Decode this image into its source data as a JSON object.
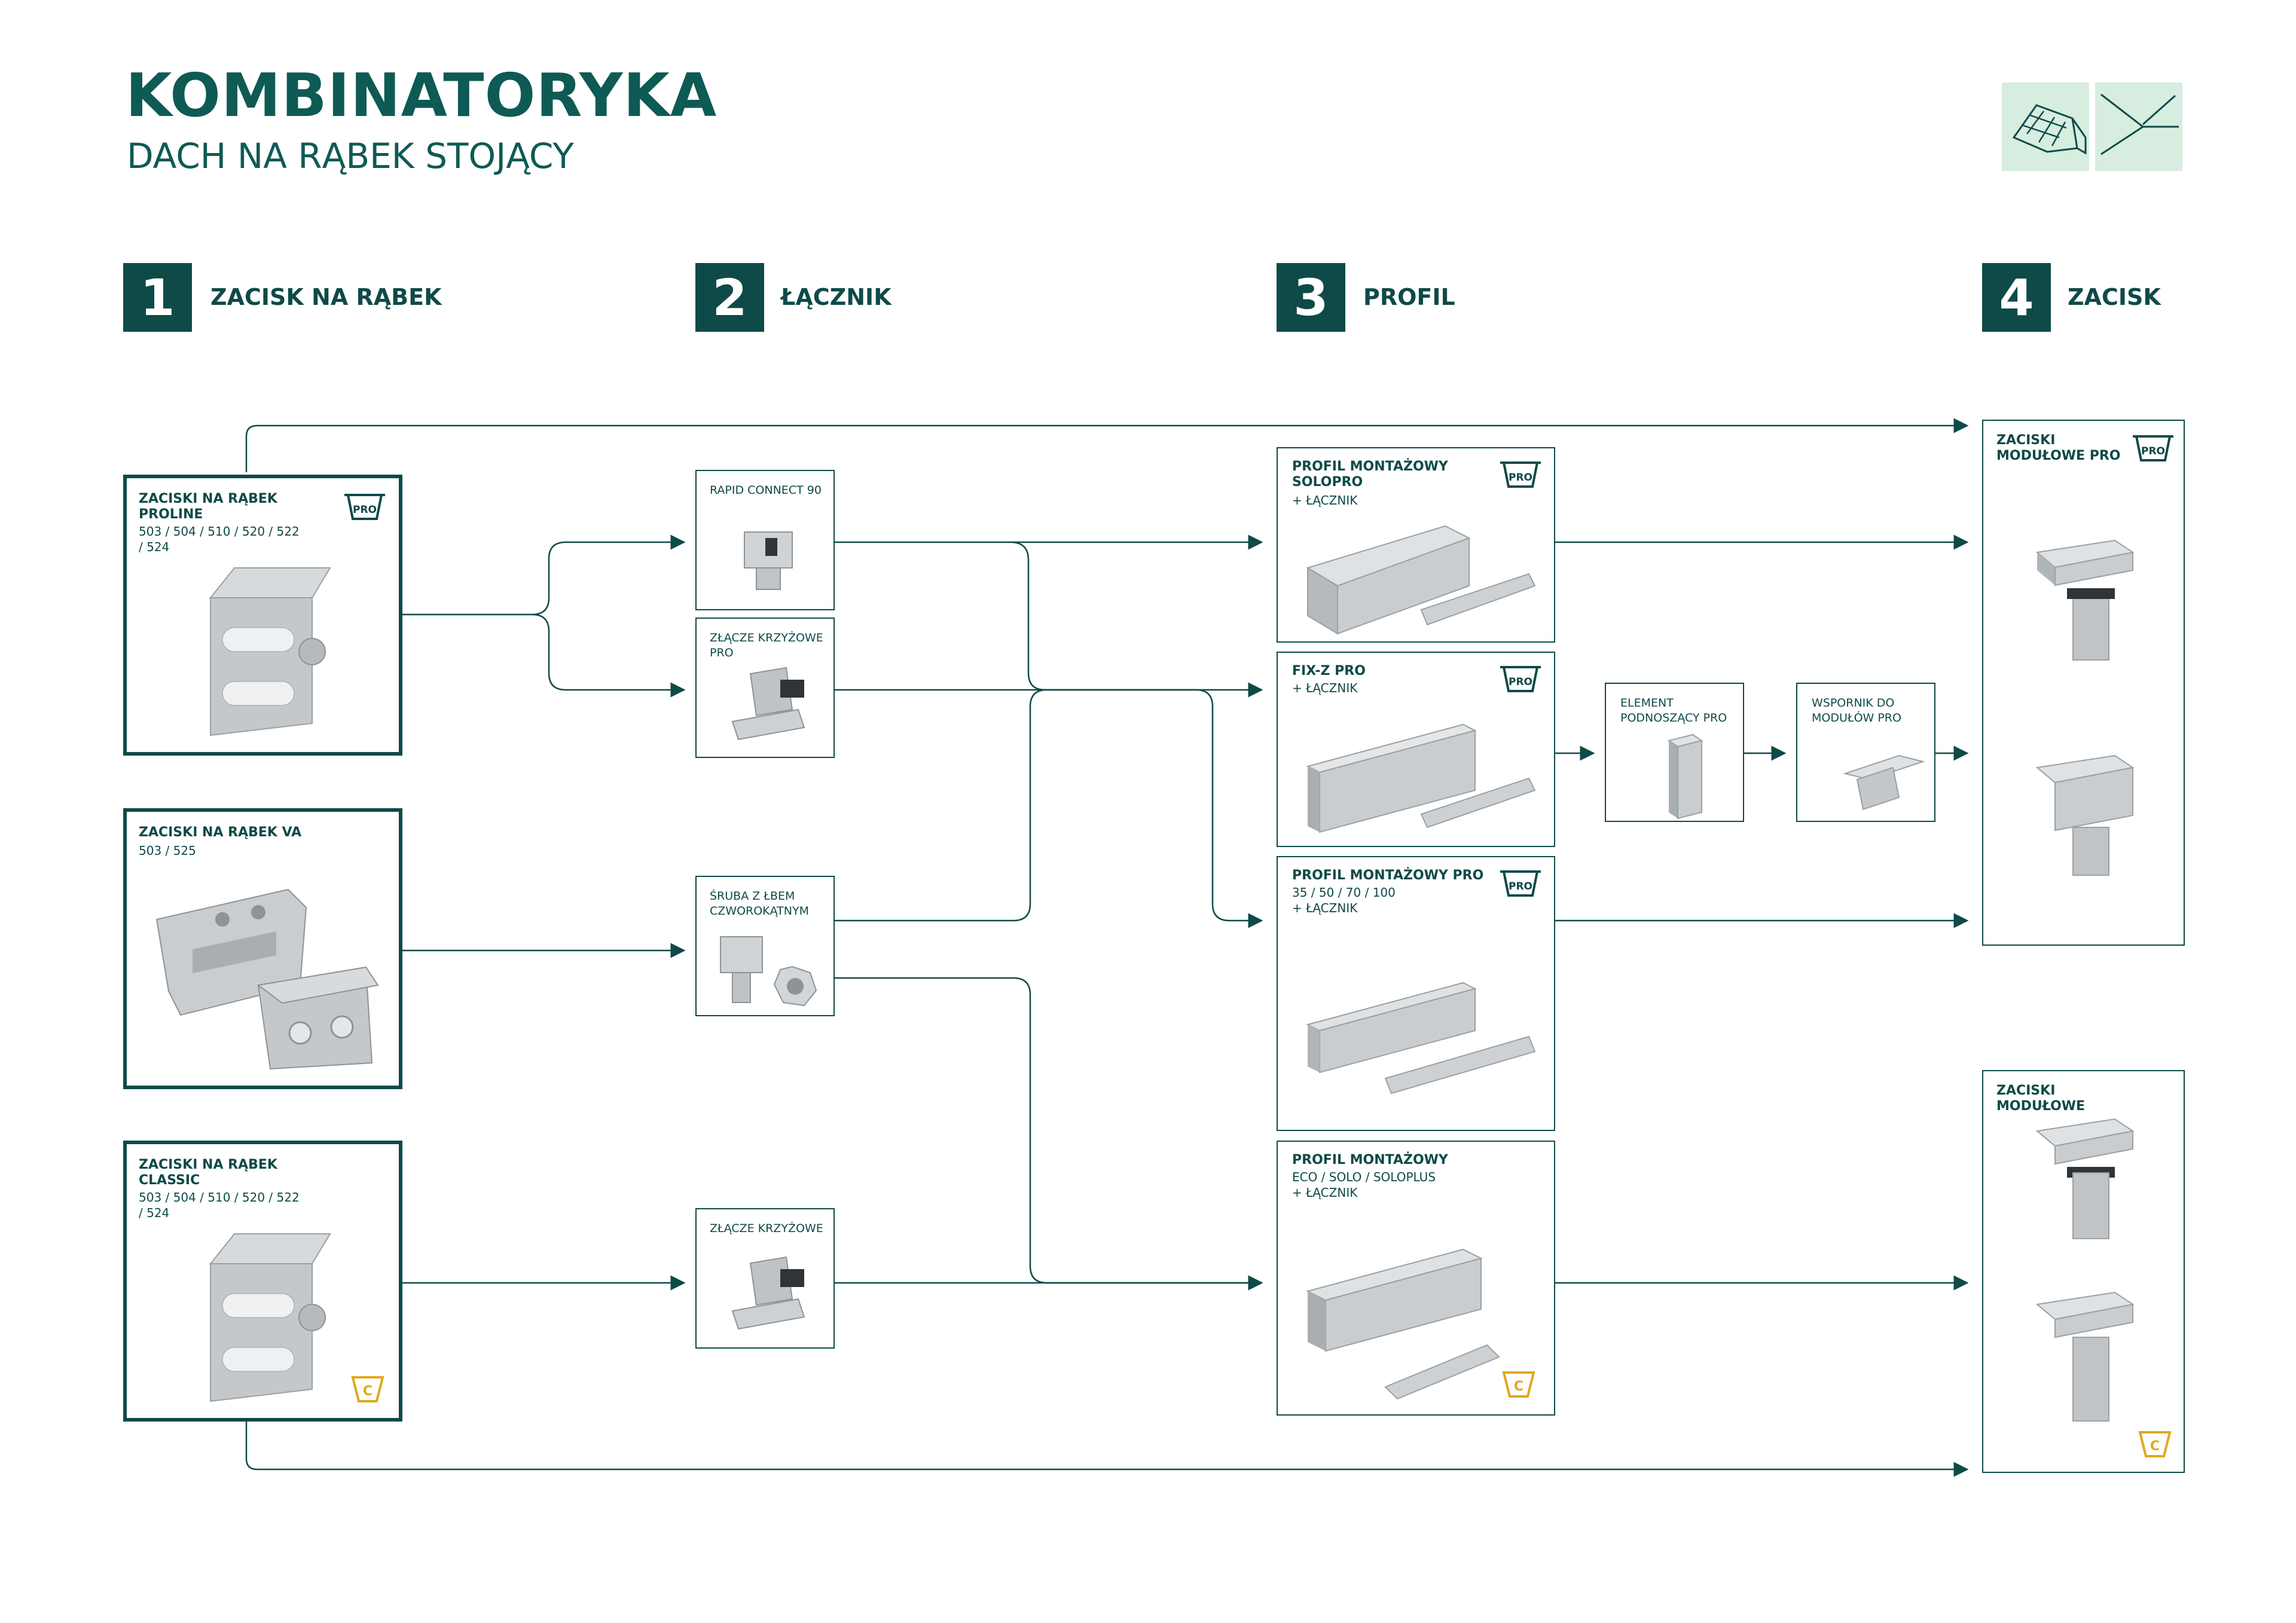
{
  "header": {
    "title": "KOMBINATORYKA",
    "subtitle": "DACH NA RĄBEK STOJĄCY",
    "roof_icons": [
      "solar-roof-icon",
      "standing-seam-icon"
    ]
  },
  "steps": [
    {
      "number": "1",
      "label": "ZACISK NA RĄBEK"
    },
    {
      "number": "2",
      "label": "ŁĄCZNIK"
    },
    {
      "number": "3",
      "label": "PROFIL"
    },
    {
      "number": "4",
      "label": "ZACISK"
    }
  ],
  "clamps": [
    {
      "title": "ZACISKI NA RĄBEK PROLINE",
      "codes": "503 / 504 / 510 / 520 / 522 / 524",
      "badge": "PRO"
    },
    {
      "title": "ZACISKI NA RĄBEK VA",
      "codes": "503 / 525",
      "badge": ""
    },
    {
      "title": "ZACISKI NA RĄBEK CLASSIC",
      "codes": "503 / 504 / 510 / 520 / 522 / 524",
      "badge": "ECO"
    }
  ],
  "connectors": [
    {
      "label": "RAPID CONNECT 90"
    },
    {
      "label": "ZŁĄCZE KRZYŻOWE PRO"
    },
    {
      "label": "ŚRUBA Z ŁBEM CZWOROKĄTNYM"
    },
    {
      "label": "ZŁĄCZE KRZYŻOWE"
    }
  ],
  "profiles": [
    {
      "title": "PROFIL MONTAŻOWY SOLOPRO",
      "sub": "+ ŁĄCZNIK",
      "badge": "PRO"
    },
    {
      "title": "FIX-Z PRO",
      "sub": "+ ŁĄCZNIK",
      "badge": "PRO"
    },
    {
      "title": "PROFIL MONTAŻOWY PRO",
      "sub": "35 / 50 / 70 / 100",
      "sub2": "+ ŁĄCZNIK",
      "badge": "PRO"
    },
    {
      "title": "PROFIL MONTAŻOWY",
      "sub": "ECO / SOLO / SOLOPLUS",
      "sub2": "+ ŁĄCZNIK",
      "badge": "ECO"
    }
  ],
  "extras": [
    {
      "label": "ELEMENT PODNOSZĄCY PRO"
    },
    {
      "label": "WSPORNIK DO MODUŁÓW PRO"
    }
  ],
  "module_clamps": [
    {
      "title": "ZACISKI MODUŁOWE PRO",
      "badge": "PRO"
    },
    {
      "title": "ZACISKI MODUŁOWE",
      "badge": "ECO"
    }
  ],
  "badges": {
    "pro_text": "PRO",
    "eco_text": "C"
  },
  "colors": {
    "primary": "#0e4a48",
    "badge_eco": "#e0a81e",
    "icon_bg": "#d6ede0",
    "metal": "#c9cdd0"
  }
}
